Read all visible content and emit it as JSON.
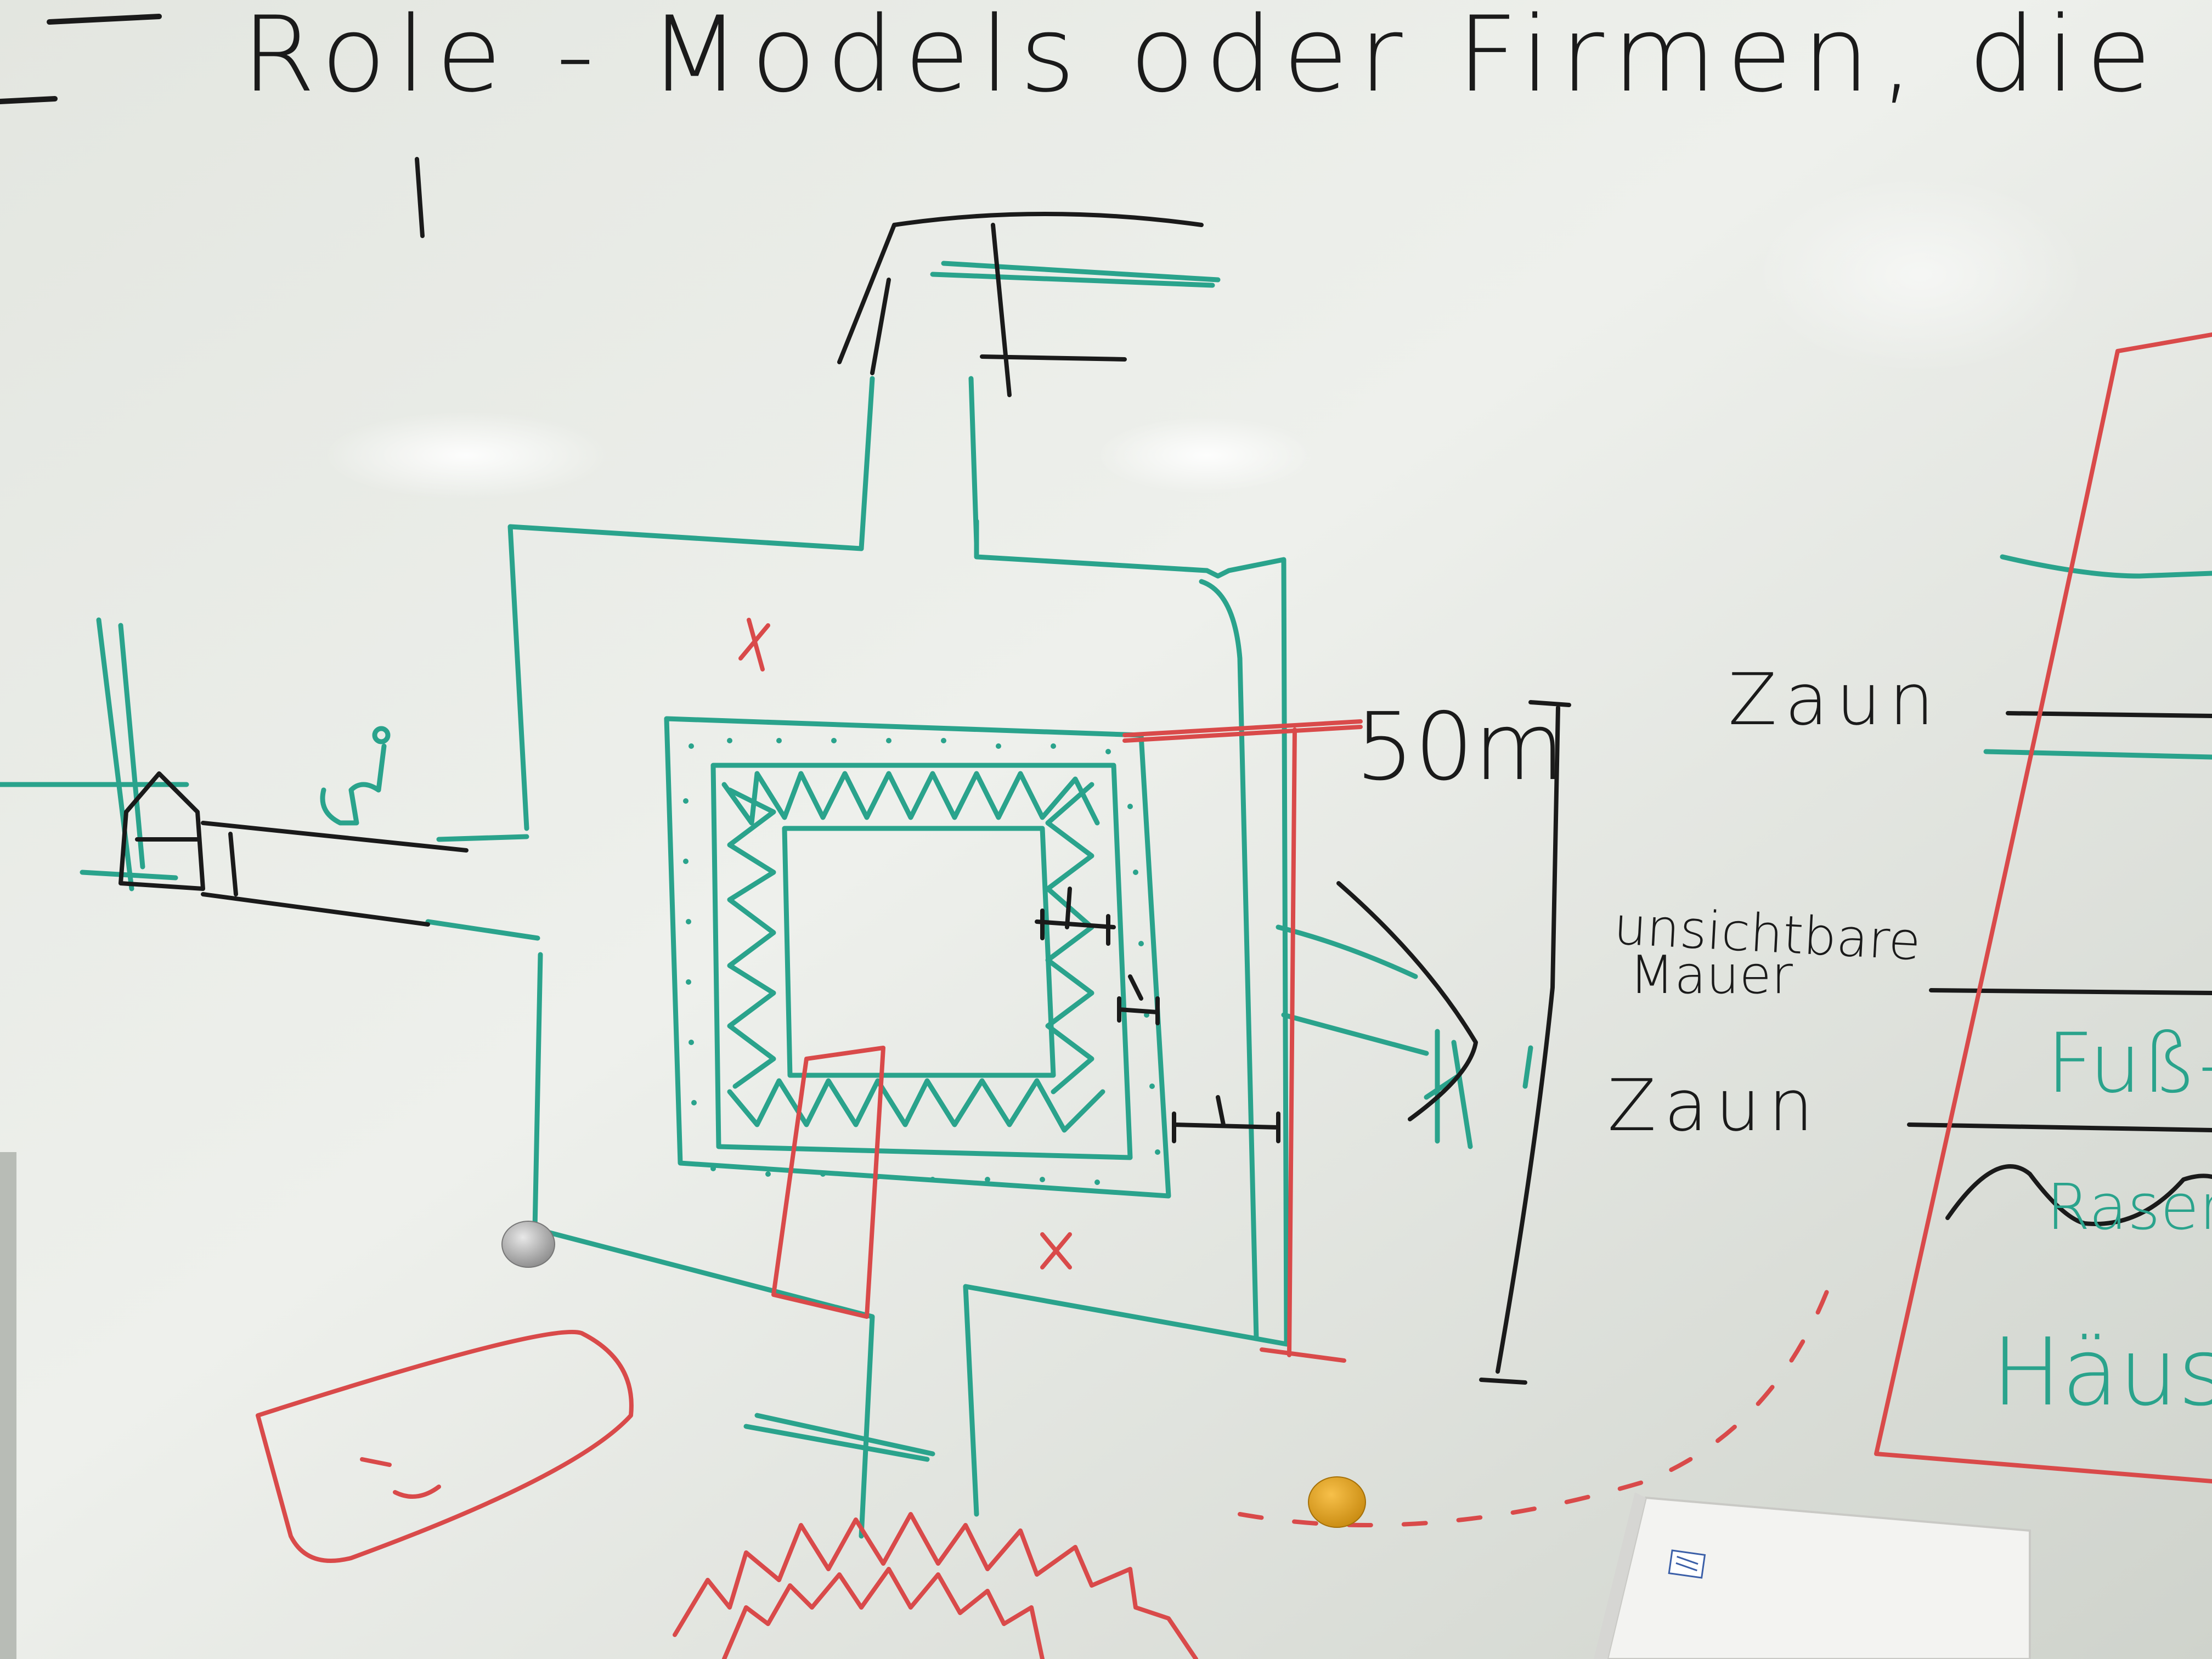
{
  "whiteboard": {
    "header_text": "Role - Models   oder   Firmen, die",
    "labels": {
      "distance": "50m",
      "fence_top": "Zaun",
      "invisible_wall_line1": "unsichtbare",
      "invisible_wall_line2": "Mauer",
      "fence_bottom": "Zaun",
      "zone_green_1": "Fuß-",
      "zone_rasen": "Rasen",
      "zone_houses": "Häus"
    },
    "marker_colors": {
      "black": "#1a1a1a",
      "green": "#2aa38c",
      "red": "#d94a4a"
    },
    "objects": {
      "magnet_grey": "grey magnet",
      "magnet_orange": "orange magnet",
      "eraser": "whiteboard eraser"
    }
  }
}
